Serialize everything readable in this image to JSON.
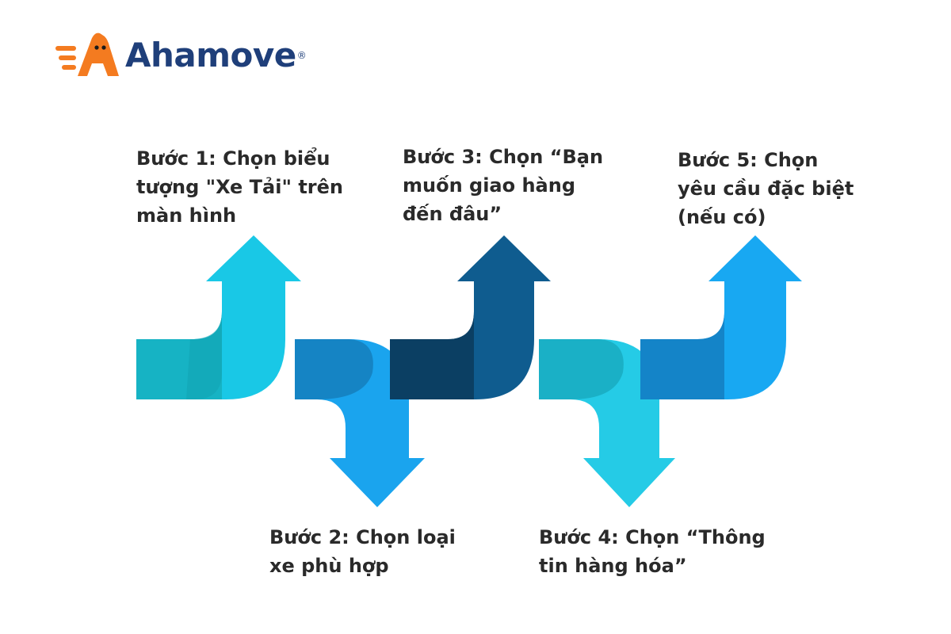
{
  "brand": {
    "name": "Ahamove",
    "registered": "®",
    "logo_icon": "ahamove-mascot-icon",
    "colors": {
      "logo_orange": "#f47b20",
      "logo_text": "#1f3f7a"
    }
  },
  "steps": [
    {
      "text": "Bước 1: Chọn biểu\ntượng \"Xe Tải\" trên\nmàn hình",
      "direction": "up",
      "color": "#19c8e6"
    },
    {
      "text": "Bước 2: Chọn loại\nxe phù hợp",
      "direction": "down",
      "color": "#1aa4ee"
    },
    {
      "text": "Bước 3: Chọn “Bạn\nmuốn giao hàng\nđến đâu”",
      "direction": "up",
      "color": "#0f5c8f"
    },
    {
      "text": "Bước 4: Chọn “Thông\ntin hàng hóa”",
      "direction": "down",
      "color": "#25cbe6"
    },
    {
      "text": "Bước 5: Chọn\nyêu cầu đặc biệt\n(nếu có)",
      "direction": "up",
      "color": "#18a8f2"
    }
  ]
}
